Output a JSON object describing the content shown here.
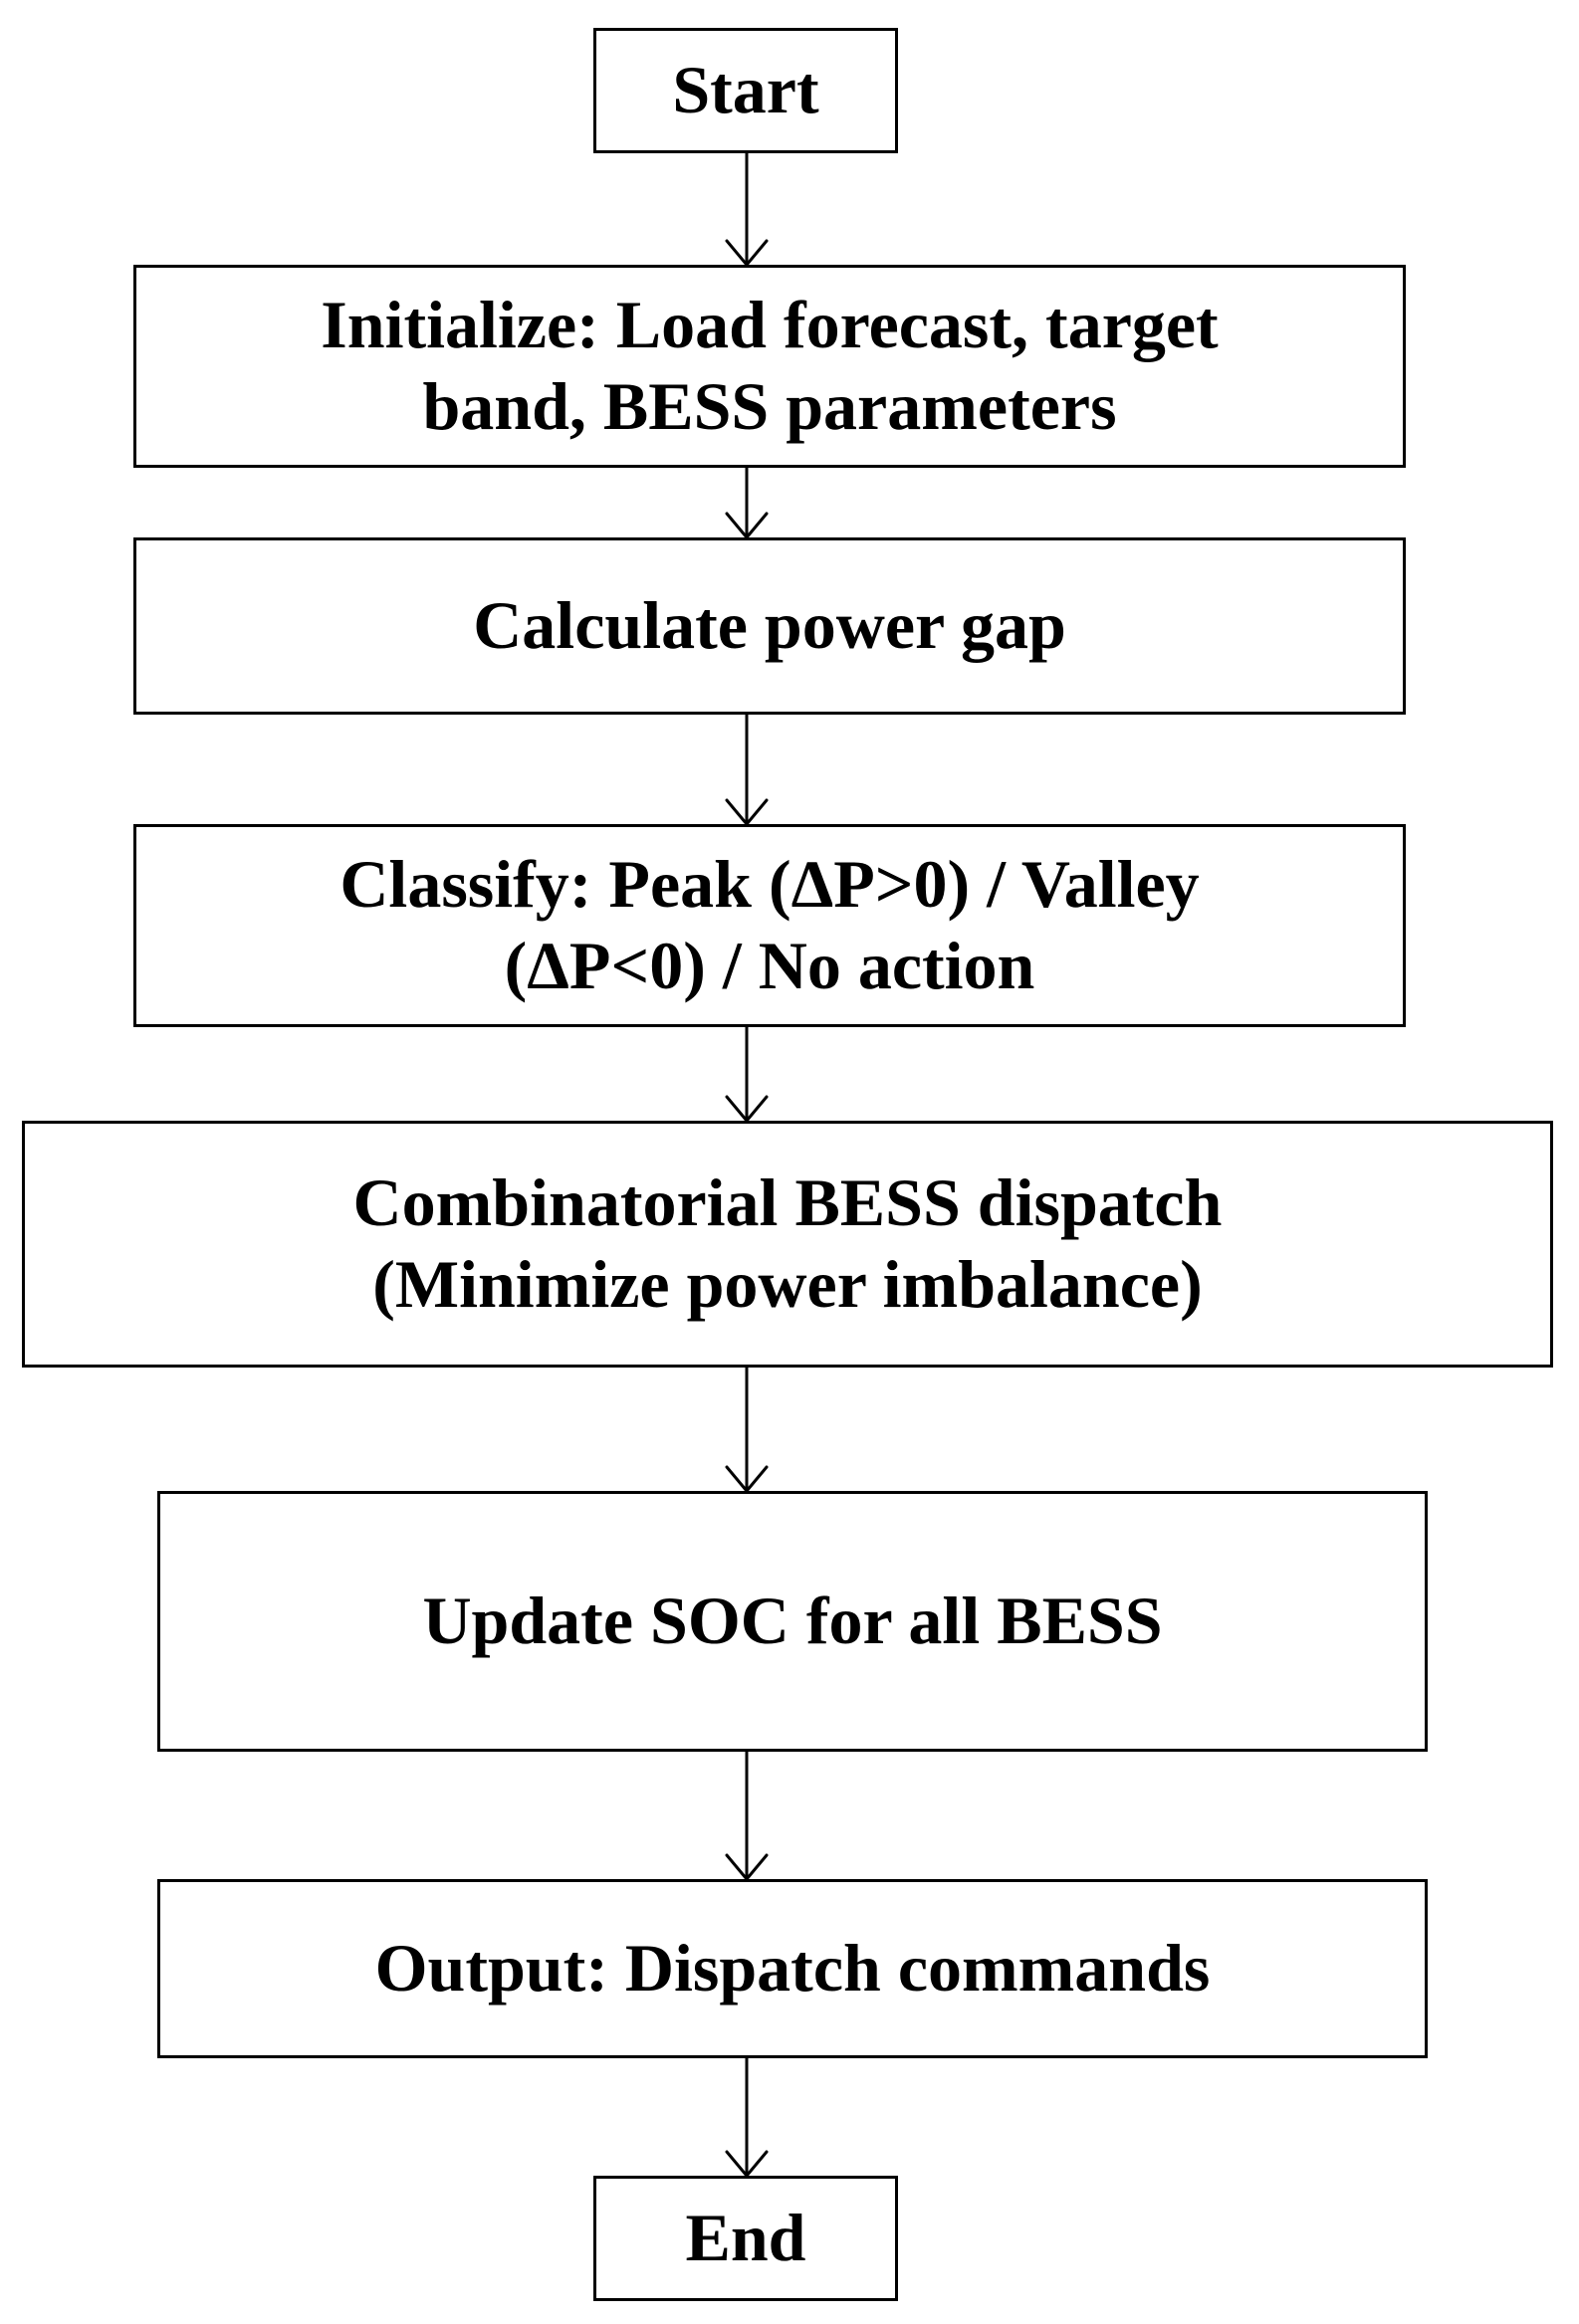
{
  "flowchart": {
    "start": {
      "label": "Start"
    },
    "initialize": {
      "line1": "Initialize: Load forecast, target",
      "line2": "band, BESS parameters"
    },
    "calculate": {
      "label": "Calculate power gap"
    },
    "classify": {
      "line1": "Classify: Peak (ΔP>0) / Valley",
      "line2": "(ΔP<0) / No action"
    },
    "dispatch": {
      "line1": "Combinatorial BESS dispatch",
      "line2": "(Minimize power imbalance)"
    },
    "update": {
      "label": "Update SOC for all BESS"
    },
    "output": {
      "label": "Output: Dispatch commands"
    },
    "end": {
      "label": "End"
    }
  }
}
